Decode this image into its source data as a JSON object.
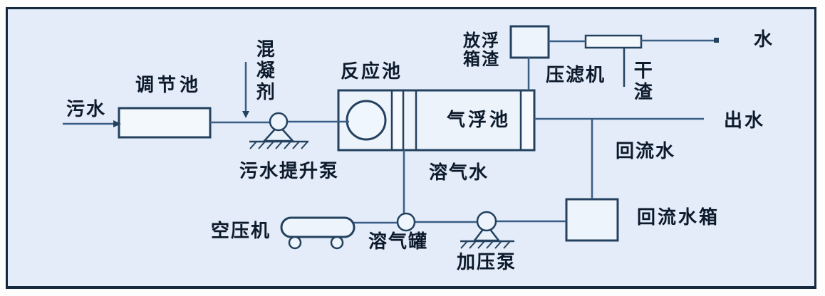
{
  "diagram": {
    "type": "process-flow",
    "subject": "dissolved-air-flotation wastewater treatment"
  },
  "labels": {
    "influent": "污水",
    "regulating_tank": "调节池",
    "coagulant": "混凝剂",
    "sewage_lift_pump": "污水提升泵",
    "reaction_tank": "反应池",
    "flotation_tank": "气浮池",
    "scum_discharge_box": "放浮\n箱渣",
    "filter_press": "压滤机",
    "dry_residue": "干渣",
    "filtrate_water": "水",
    "effluent": "出水",
    "return_water": "回流水",
    "return_water_tank": "回流水箱",
    "dissolved_air_water": "溶气水",
    "dissolved_air_tank": "溶气罐",
    "pressure_pump": "加压泵",
    "air_compressor": "空压机"
  },
  "colors": {
    "page": "#fdfdfe",
    "panel_background": "#e3ecf8",
    "panel_border": "#15293f",
    "pipe_line": "#3a5d85",
    "shape_stroke": "#24425f",
    "shape_fill": "#eef4fc",
    "text": "#0d1a2b"
  }
}
